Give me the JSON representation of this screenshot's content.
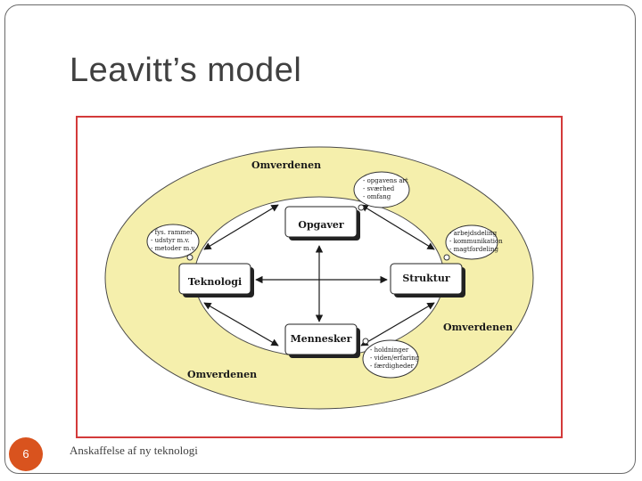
{
  "slide": {
    "title": "Leavitt’s model",
    "page_number": "6",
    "footer": "Anskaffelse af ny teknologi"
  },
  "diagram": {
    "environment_label": "Omverdenen",
    "nodes": {
      "opgaver": "Opgaver",
      "teknologi": "Teknologi",
      "struktur": "Struktur",
      "mennesker": "Mennesker"
    },
    "notes": {
      "opgaver": [
        "- opgavens art",
        "- sværhed",
        "- omfang"
      ],
      "teknologi": [
        "- fys. rammer",
        "- udstyr m.v.",
        "- metoder m.v."
      ],
      "struktur": [
        "- arbejdsdeling",
        "- kommunikation",
        "- magtfordeling"
      ],
      "mennesker": [
        "- holdninger",
        "- viden/erfaring",
        "- færdigheder"
      ]
    },
    "colors": {
      "outer_ring": "#f5efac",
      "inner_area": "#ffffff",
      "frame": "#d33a3a",
      "badge": "#d9531e"
    }
  }
}
